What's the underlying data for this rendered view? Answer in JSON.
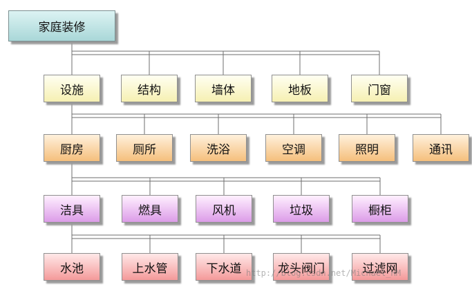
{
  "root": {
    "label": "家庭装修"
  },
  "tier1": [
    "设施",
    "结构",
    "墙体",
    "地板",
    "门窗"
  ],
  "tier2": [
    "厨房",
    "厕所",
    "洗浴",
    "空调",
    "照明",
    "通讯"
  ],
  "tier3": [
    "洁具",
    "燃具",
    "风机",
    "垃圾",
    "橱柜"
  ],
  "tier4": [
    "水池",
    "上水管",
    "下水道",
    "龙头阀门",
    "过滤网"
  ],
  "watermark": "http://blog.csdn.net/Michael_HM",
  "colors": {
    "root": "#a9d7d8",
    "tier1": "#f6f0b2",
    "tier2": "#f5bf7c",
    "tier3": "#dc9ce8",
    "tier4": "#f49a9a",
    "connector": "#6e6e6e"
  }
}
